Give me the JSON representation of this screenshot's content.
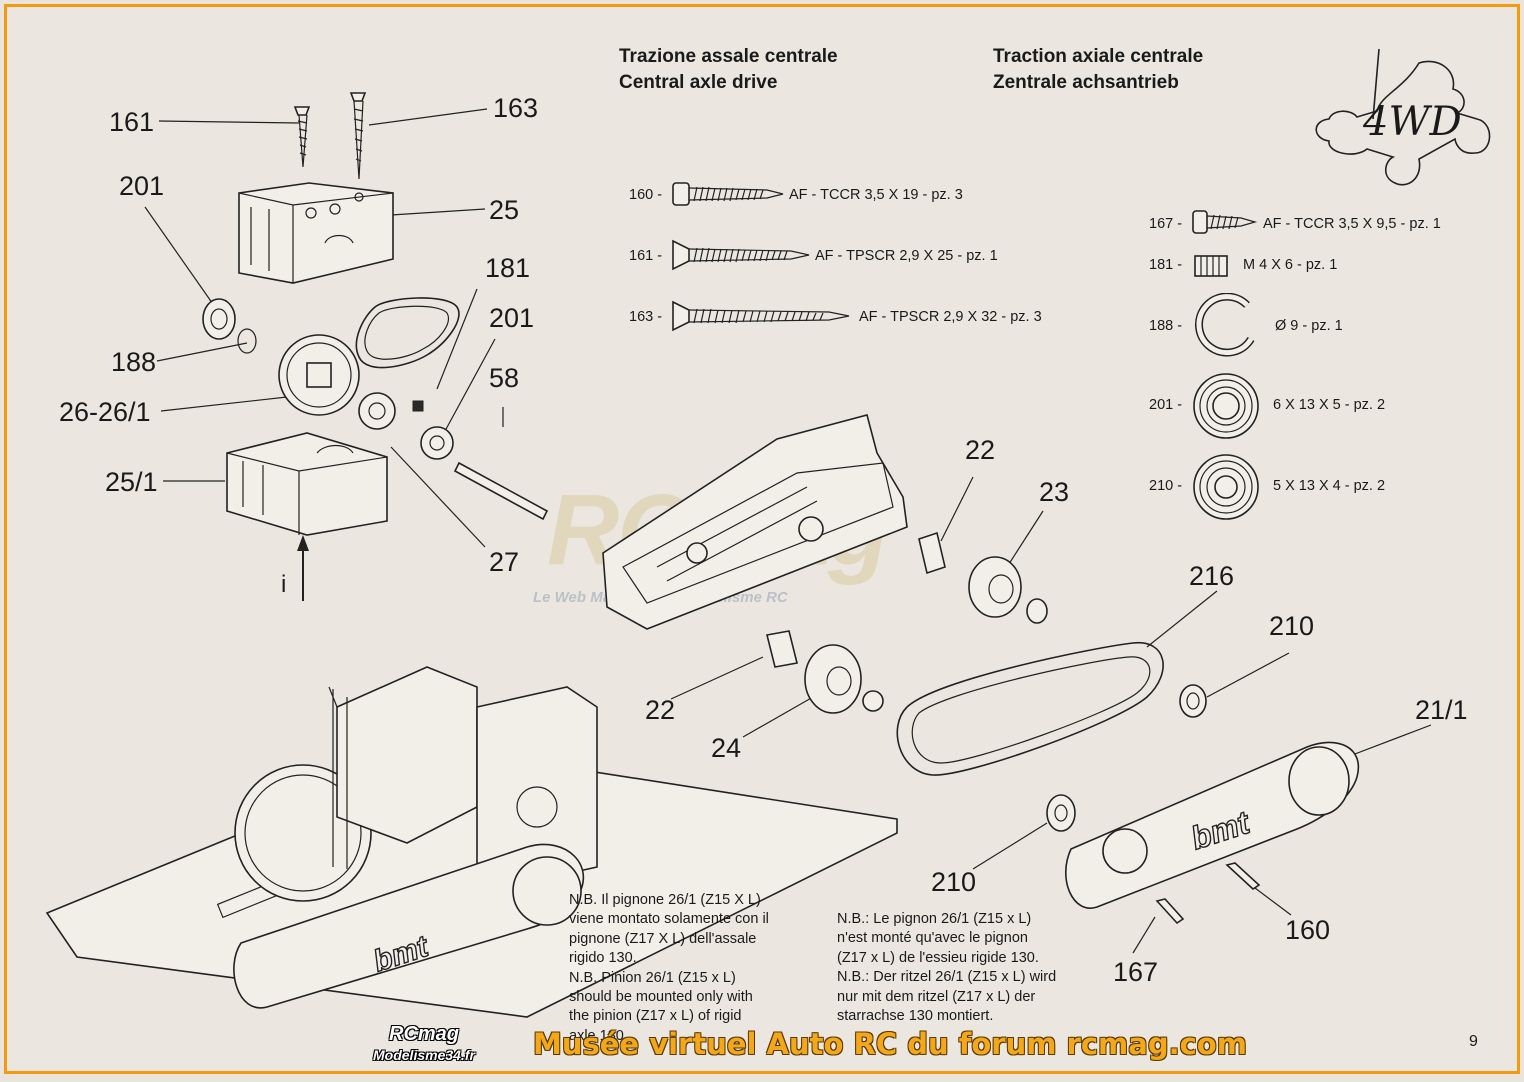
{
  "headers": {
    "it": "Trazione assale centrale",
    "en": "Central axle drive",
    "fr": "Traction axiale centrale",
    "de": "Zentrale achsantrieb"
  },
  "badge": "4WD",
  "callouts": {
    "c161": "161",
    "c163": "163",
    "c201a": "201",
    "c25": "25",
    "c181": "181",
    "c201b": "201",
    "c188": "188",
    "c58": "58",
    "c26": "26-26/1",
    "c25_1": "25/1",
    "c27": "27",
    "ci": "i",
    "c22a": "22",
    "c23": "23",
    "c216": "216",
    "c210a": "210",
    "c22b": "22",
    "c24": "24",
    "c21_1": "21/1",
    "c210b": "210",
    "c160": "160",
    "c167": "167"
  },
  "parts_left": [
    {
      "num": "160 -",
      "spec": "AF - TCCR 3,5 X 19 - pz. 3"
    },
    {
      "num": "161 -",
      "spec": "AF - TPSCR 2,9 X 25 - pz. 1"
    },
    {
      "num": "163 -",
      "spec": "AF - TPSCR 2,9 X 32 - pz. 3"
    }
  ],
  "parts_right": [
    {
      "num": "167 -",
      "spec": "AF - TCCR 3,5 X 9,5 - pz. 1"
    },
    {
      "num": "181 -",
      "spec": "M 4 X 6 - pz. 1"
    },
    {
      "num": "188 -",
      "spec": "Ø 9 - pz. 1"
    },
    {
      "num": "201 -",
      "spec": "6 X 13 X 5 - pz. 2"
    },
    {
      "num": "210 -",
      "spec": "5 X 13 X 4 - pz. 2"
    }
  ],
  "notes_left": [
    "N.B. Il pignone 26/1 (Z15 X L)",
    "viene montato solamente con il",
    "pignone (Z17 X L) dell'assale",
    "rigido 130.",
    "N.B. Pinion 26/1 (Z15 x L)",
    "should be mounted only with",
    "the pinion  (Z17 x L) of rigid",
    "axle 130."
  ],
  "notes_right": [
    "N.B.: Le pignon  26/1 (Z15 x L)",
    "n'est monté qu'avec le pignon",
    "(Z17 x L) de l'essieu rigide 130.",
    "N.B.: Der ritzel 26/1 (Z15 x L) wird",
    "nur mit dem ritzel (Z17 x L) der",
    "starrachse 130 montiert."
  ],
  "watermark": {
    "main": "RCmag",
    "sub": "Le Web Magazine du Modélisme RC"
  },
  "brand_mark": "bmt",
  "footer": {
    "logo_top": "RCmag",
    "logo_bottom": "Modelisme34.fr",
    "caption": "Musée virtuel Auto RC du forum rcmag.com"
  },
  "page_number": "9",
  "colors": {
    "border": "#f39a10",
    "footer_text": "#f2a81a",
    "paper": "#ebe7e0",
    "ink": "#222222"
  }
}
